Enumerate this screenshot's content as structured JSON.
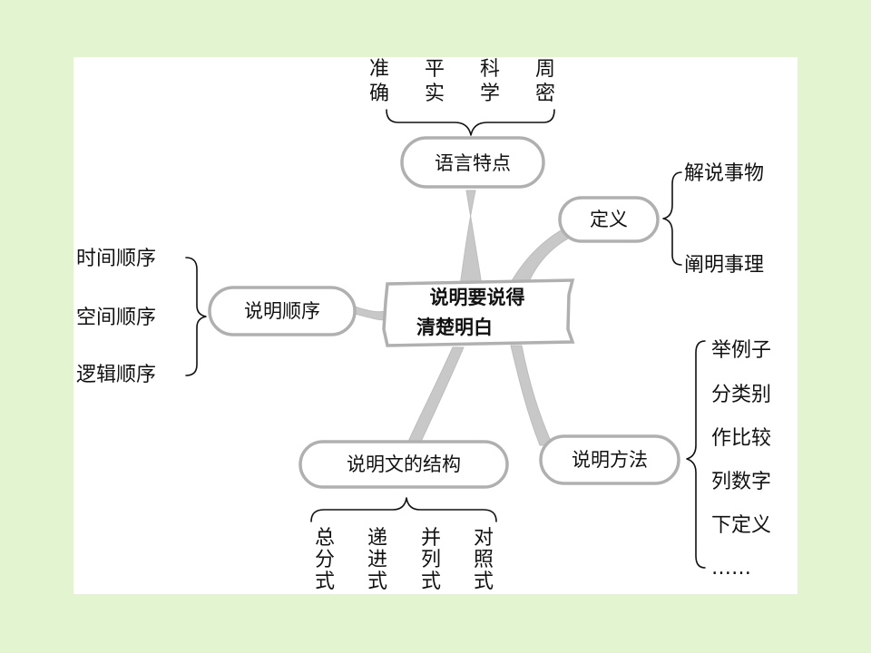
{
  "center": {
    "line1": "说明要说得",
    "line2": "清楚明白"
  },
  "language": {
    "label": "语言特点",
    "items": [
      {
        "top": "准",
        "bottom": "确"
      },
      {
        "top": "平",
        "bottom": "实"
      },
      {
        "top": "科",
        "bottom": "学"
      },
      {
        "top": "周",
        "bottom": "密"
      }
    ]
  },
  "definition": {
    "label": "定义",
    "items": [
      "解说事物",
      "阐明事理"
    ]
  },
  "order": {
    "label": "说明顺序",
    "items": [
      "时间顺序",
      "空间顺序",
      "逻辑顺序"
    ]
  },
  "structure": {
    "label": "说明文的结构",
    "items": [
      [
        "总",
        "分",
        "式"
      ],
      [
        "递",
        "进",
        "式"
      ],
      [
        "并",
        "列",
        "式"
      ],
      [
        "对",
        "照",
        "式"
      ]
    ]
  },
  "methods": {
    "label": "说明方法",
    "items": [
      "举例子",
      "分类别",
      "作比较",
      "列数字",
      "下定义",
      "……"
    ]
  }
}
